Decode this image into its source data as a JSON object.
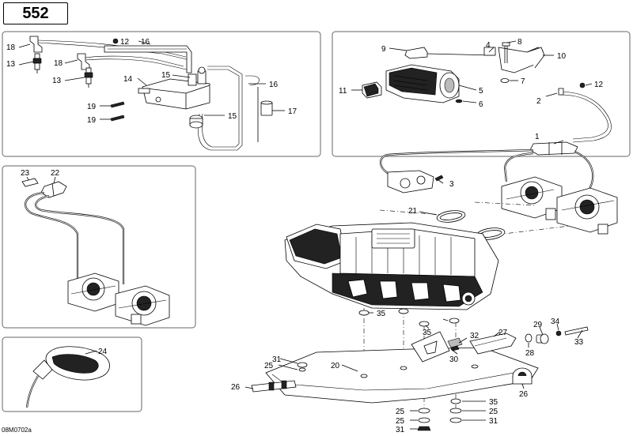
{
  "header": {
    "model_number": "552",
    "drawing_code": "08M0702a"
  },
  "callouts": {
    "c1": "1",
    "c2": "2",
    "c3": "3",
    "c4": "4",
    "c5": "5",
    "c6": "6",
    "c7": "7",
    "c8": "8",
    "c9": "9",
    "c10": "10",
    "c11": "11",
    "c12a": "12",
    "c12b": "12",
    "c13a": "13",
    "c13b": "13",
    "c14": "14",
    "c15a": "15",
    "c15b": "15",
    "c16a": "16",
    "c16b": "16",
    "c17": "17",
    "c18a": "18",
    "c18b": "18",
    "c19a": "19",
    "c19b": "19",
    "c20": "20",
    "c21": "21",
    "c22": "22",
    "c23": "23",
    "c24": "24",
    "c25a": "25",
    "c25b": "25",
    "c25c": "25",
    "c25d": "25",
    "c26a": "26",
    "c26b": "26",
    "c27": "27",
    "c28": "28",
    "c29": "29",
    "c30": "30",
    "c31a": "31",
    "c31b": "31",
    "c31c": "31",
    "c32": "32",
    "c33": "33",
    "c34": "34",
    "c35a": "35",
    "c35b": "35",
    "c35c": "35"
  }
}
